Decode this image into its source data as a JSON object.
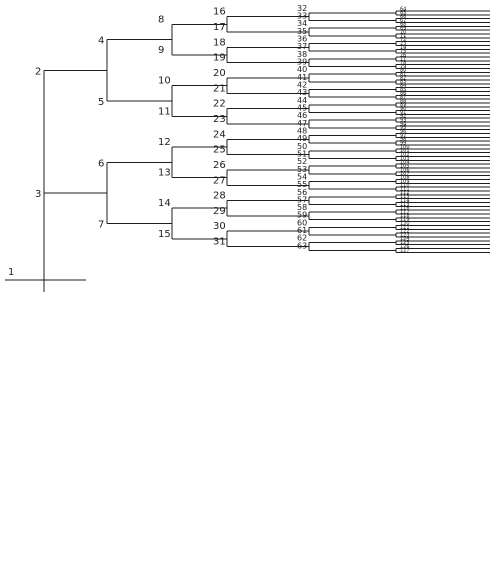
{
  "tree": {
    "node_count": 127,
    "labels": [
      "1",
      "2",
      "3",
      "4",
      "5",
      "6",
      "7",
      "8",
      "9",
      "10",
      "11",
      "12",
      "13",
      "14",
      "15",
      "16",
      "17",
      "18",
      "19",
      "20",
      "21",
      "22",
      "23",
      "24",
      "25",
      "26",
      "27",
      "28",
      "29",
      "30",
      "31",
      "32",
      "33",
      "34",
      "35",
      "36",
      "37",
      "38",
      "39",
      "40",
      "41",
      "42",
      "43",
      "44",
      "45",
      "46",
      "47",
      "48",
      "49",
      "50",
      "51",
      "52",
      "53",
      "54",
      "55",
      "56",
      "57",
      "58",
      "59",
      "60",
      "61",
      "62",
      "63",
      "64",
      "65",
      "66",
      "67",
      "68",
      "69",
      "70",
      "71",
      "72",
      "73",
      "74",
      "75",
      "76",
      "77",
      "78",
      "79",
      "80",
      "81",
      "82",
      "83",
      "84",
      "85",
      "86",
      "87",
      "88",
      "89",
      "90",
      "91",
      "92",
      "93",
      "94",
      "95",
      "96",
      "97",
      "98",
      "99",
      "100",
      "101",
      "102",
      "103",
      "104",
      "105",
      "106",
      "107",
      "108",
      "109",
      "110",
      "111",
      "112",
      "113",
      "114",
      "115",
      "116",
      "117",
      "118",
      "119",
      "120",
      "121",
      "122",
      "123",
      "124",
      "125",
      "126",
      "127"
    ]
  }
}
